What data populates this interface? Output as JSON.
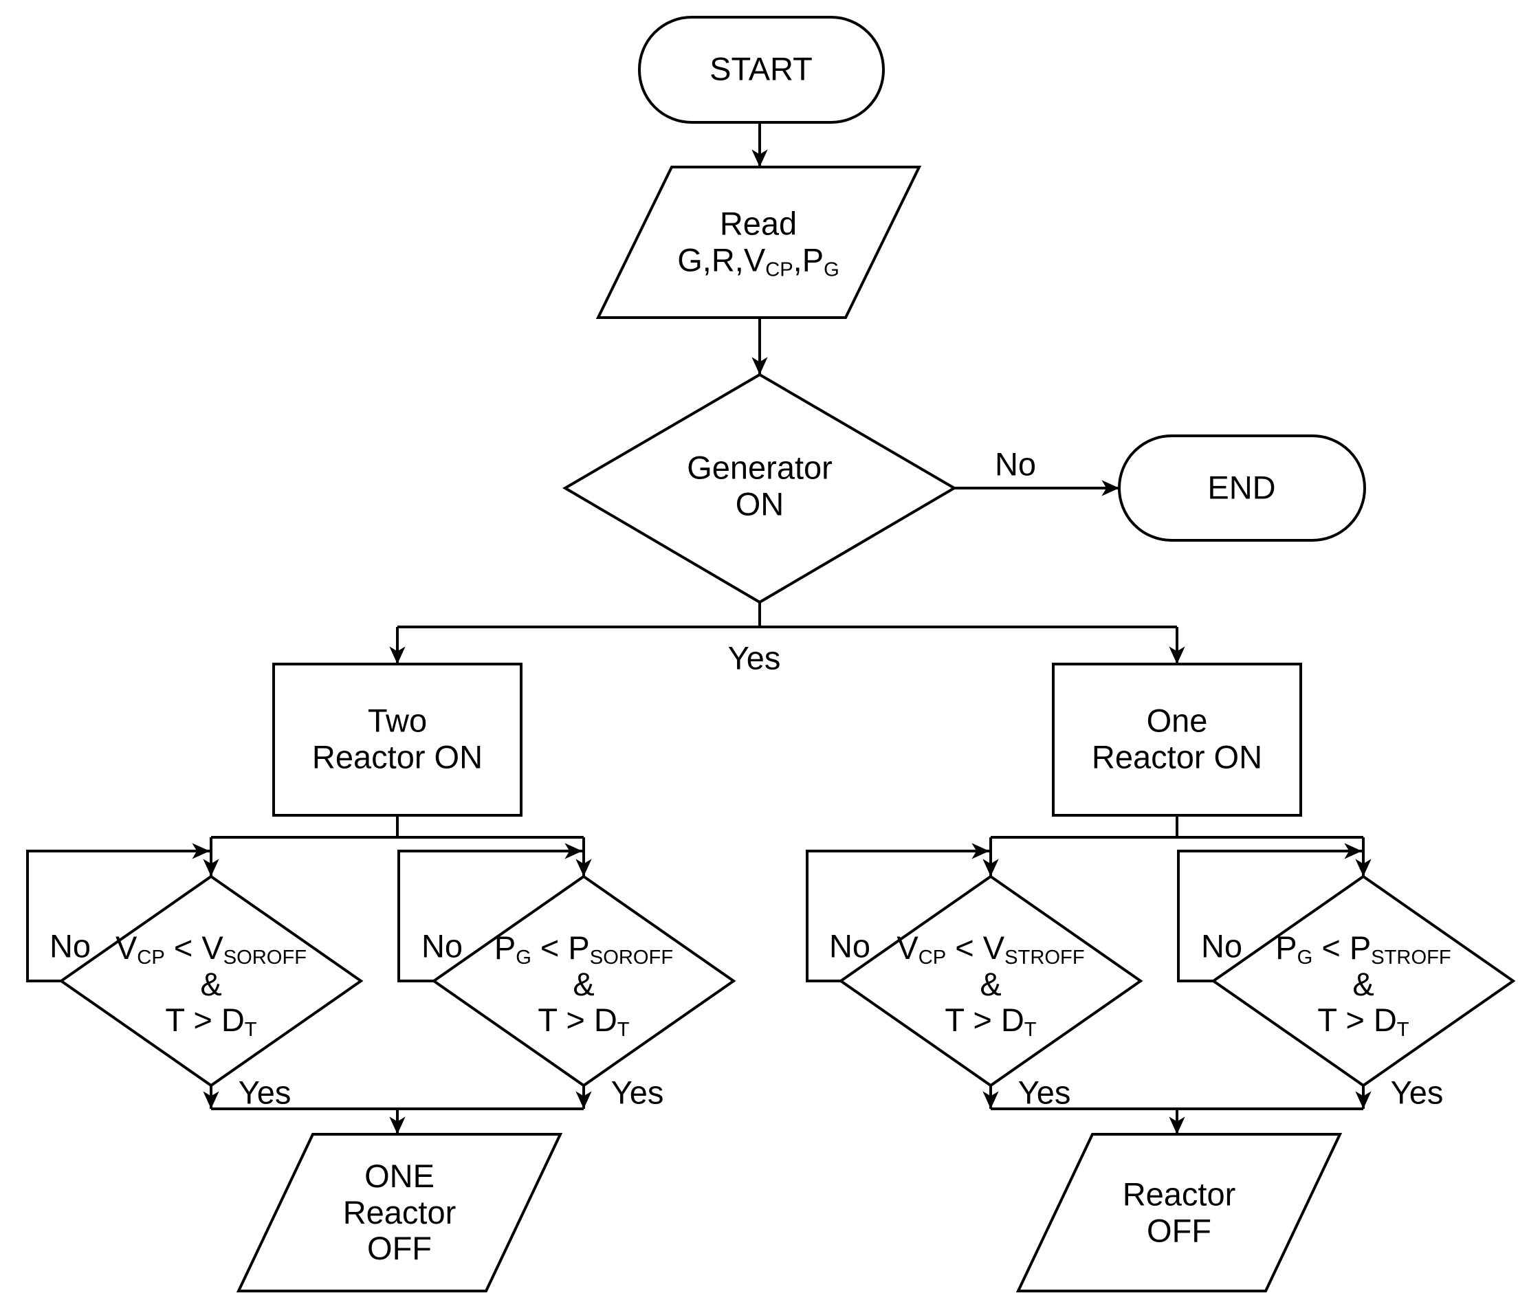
{
  "flowchart": {
    "nodes": {
      "start": {
        "type": "terminator",
        "label": "START"
      },
      "read_input": {
        "type": "input",
        "line1": "Read",
        "line2": [
          {
            "t": "G,R,V"
          },
          {
            "s": "CP"
          },
          {
            "t": ",P"
          },
          {
            "s": "G"
          }
        ]
      },
      "generator_on": {
        "type": "decision",
        "line1": "Generator",
        "line2": "ON"
      },
      "end": {
        "type": "terminator",
        "label": "END"
      },
      "two_reactor_on": {
        "type": "process",
        "line1": "Two",
        "line2": "Reactor ON"
      },
      "one_reactor_on": {
        "type": "process",
        "line1": "One",
        "line2": "Reactor ON"
      },
      "vcp_soroff": {
        "type": "decision",
        "cond1": [
          {
            "t": "V"
          },
          {
            "s": "CP"
          },
          {
            "t": " < V"
          },
          {
            "s": "SOROFF"
          }
        ],
        "op": "&",
        "cond2": [
          {
            "t": "T > D"
          },
          {
            "s": "T"
          }
        ]
      },
      "pg_soroff": {
        "type": "decision",
        "cond1": [
          {
            "t": "P"
          },
          {
            "s": "G"
          },
          {
            "t": " < P"
          },
          {
            "s": "SOROFF"
          }
        ],
        "op": "&",
        "cond2": [
          {
            "t": "T > D"
          },
          {
            "s": "T"
          }
        ]
      },
      "vcp_stroff": {
        "type": "decision",
        "cond1": [
          {
            "t": "V"
          },
          {
            "s": "CP"
          },
          {
            "t": " < V"
          },
          {
            "s": "STROFF"
          }
        ],
        "op": "&",
        "cond2": [
          {
            "t": "T > D"
          },
          {
            "s": "T"
          }
        ]
      },
      "pg_stroff": {
        "type": "decision",
        "cond1": [
          {
            "t": "P"
          },
          {
            "s": "G"
          },
          {
            "t": " < P"
          },
          {
            "s": "STROFF"
          }
        ],
        "op": "&",
        "cond2": [
          {
            "t": "T > D"
          },
          {
            "s": "T"
          }
        ]
      },
      "one_reactor_off": {
        "type": "output",
        "line1": "ONE",
        "line2": "Reactor",
        "line3": "OFF"
      },
      "reactor_off": {
        "type": "output",
        "line1": "Reactor",
        "line2": "OFF"
      }
    },
    "edge_labels": {
      "generator_no": "No",
      "generator_yes": "Yes",
      "vcp_soroff_no": "No",
      "vcp_soroff_yes": "Yes",
      "pg_soroff_no": "No",
      "pg_soroff_yes": "Yes",
      "vcp_stroff_no": "No",
      "vcp_stroff_yes": "Yes",
      "pg_stroff_no": "No",
      "pg_stroff_yes": "Yes"
    }
  },
  "colors": {
    "stroke": "#000000",
    "fill": "#ffffff",
    "text": "#000000",
    "background": "#ffffff"
  }
}
